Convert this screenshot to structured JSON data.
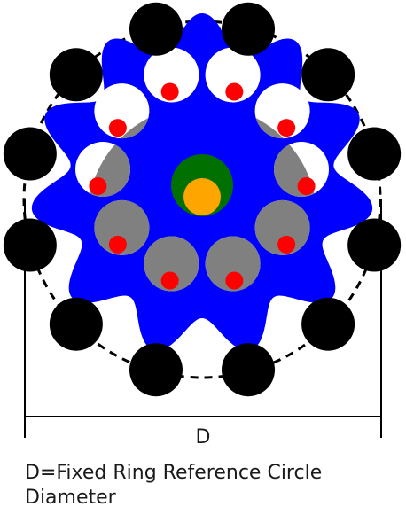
{
  "dimension_label": "D",
  "caption": {
    "line1": "D=Fixed Ring Reference Circle",
    "line2": "Diameter"
  },
  "colors": {
    "background": "#ffffff",
    "cycloid_disc": "#0000ff",
    "fixed_pins": "#000000",
    "reference_circle": "#000000",
    "output_holes": "#ffffff",
    "output_disc": "#808080",
    "output_pins": "#ff0000",
    "eccentric_cam": "#007000",
    "input_shaft": "#ffa500",
    "dimension_line": "#000000"
  },
  "mechanism": {
    "fixed_pin_count": 12,
    "cycloid_lobe_count": 11,
    "output_hole_count": 10,
    "output_pin_count": 10
  }
}
